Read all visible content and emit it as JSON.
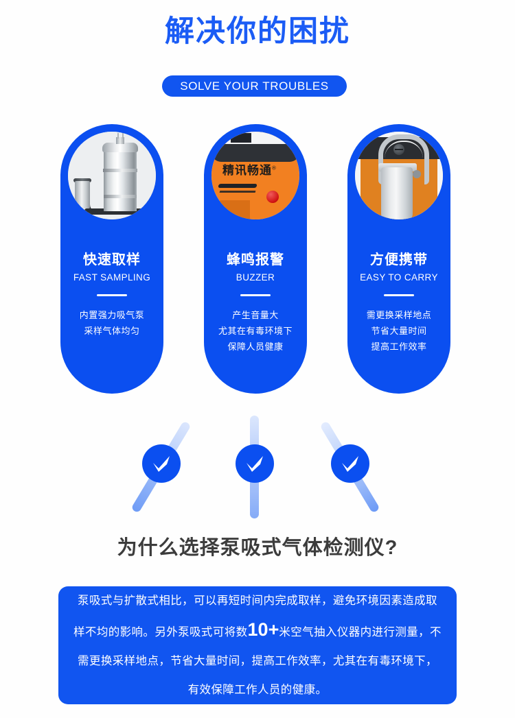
{
  "header": {
    "title": "解决你的困扰",
    "badge": "SOLVE YOUR TROUBLES"
  },
  "colors": {
    "brand_blue": "#0b4ff0",
    "badge_blue": "#1155f0",
    "title_blue": "#1b5cf5",
    "heading_gray": "#3c3c3c",
    "white": "#ffffff",
    "device_orange": "#f28021"
  },
  "cards": [
    {
      "title": "快速取样",
      "subtitle": "FAST SAMPLING",
      "photo_alt": "stainless-steel-sampling-probe",
      "desc": [
        "内置强力吸气泵",
        "采样气体均匀"
      ]
    },
    {
      "title": "蜂鸣报警",
      "subtitle": "BUZZER",
      "photo_alt": "orange-detector-front-panel",
      "brand_logo": "精讯畅通",
      "brand_mark": "®",
      "desc": [
        "产生音量大",
        "尤其在有毒环境下",
        "保障人员健康"
      ]
    },
    {
      "title": "方便携带",
      "subtitle": "EASY TO CARRY",
      "photo_alt": "metal-carry-clip-detail",
      "desc": [
        "需更换采样地点",
        "节省大量时间",
        "提高工作效率"
      ]
    }
  ],
  "checkmarks": [
    {
      "name": "check-badge-1",
      "glyph": "✔"
    },
    {
      "name": "check-badge-2",
      "glyph": "✔"
    },
    {
      "name": "check-badge-3",
      "glyph": "✔"
    }
  ],
  "bottom": {
    "heading": "为什么选择泵吸式气体检测仪?",
    "paragraph_part1": "泵吸式与扩散式相比，可以再短时间内完成取样，避免环境因素造成取样不均的影响。另外泵吸式可将数",
    "paragraph_emphasis": "10+",
    "paragraph_part2": "米空气抽入仪器内进行测量，不需更换采样地点，节省大量时间，提高工作效率，尤其在有毒环境下，有效保障工作人员的健康。"
  }
}
